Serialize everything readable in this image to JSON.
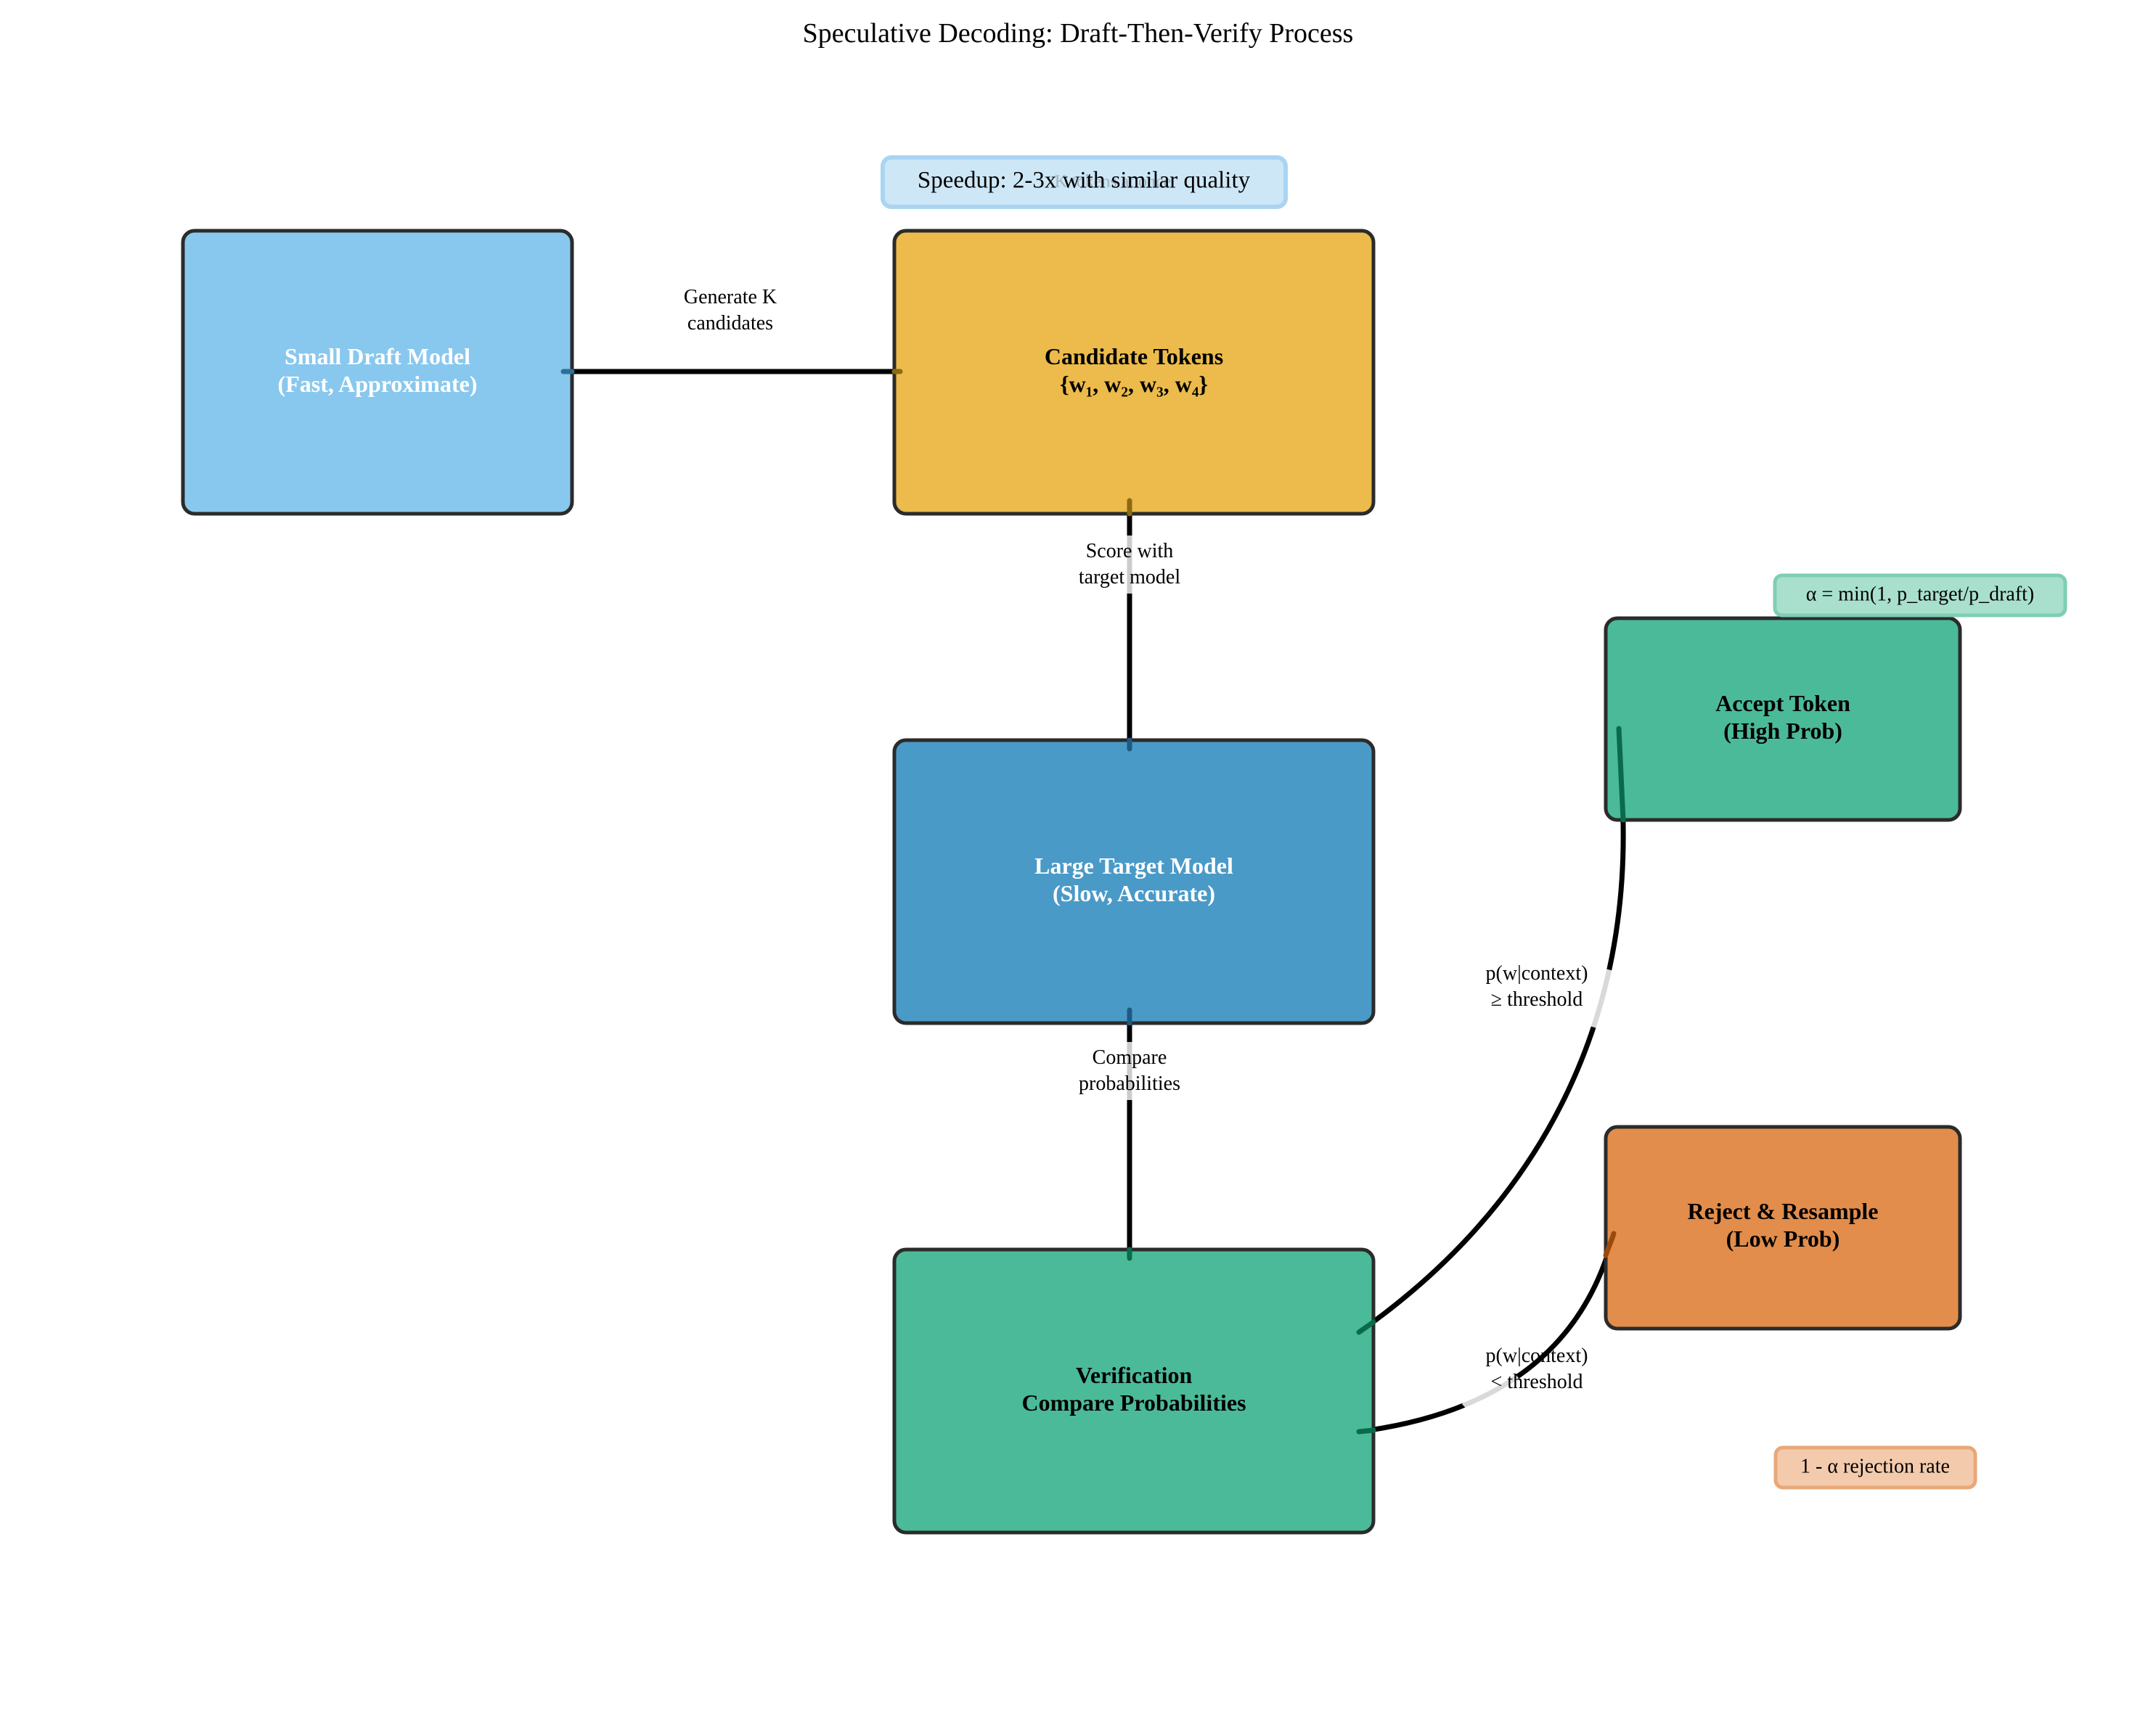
{
  "title": "Speculative Decoding: Draft-Then-Verify Process",
  "nodes": {
    "draft": {
      "line1": "Small Draft Model",
      "line2": "(Fast, Approximate)",
      "fill": "#89c8ee",
      "text_color": "#ffffff"
    },
    "candidates": {
      "line1": "Candidate Tokens",
      "line2": "{w₁, w₂, w₃, w₄}",
      "fill": "#ecbb4b",
      "text_color": "#000000"
    },
    "target": {
      "line1": "Large Target Model",
      "line2": "(Slow, Accurate)",
      "fill": "#4a9ac8",
      "text_color": "#ffffff"
    },
    "verification": {
      "line1": "Verification",
      "line2": "Compare Probabilities",
      "fill": "#4bba98",
      "text_color": "#000000"
    },
    "accept": {
      "line1": "Accept Token",
      "line2": "(High Prob)",
      "fill": "#4bba98",
      "text_color": "#000000"
    },
    "reject": {
      "line1": "Reject & Resample",
      "line2": "(Low Prob)",
      "fill": "#e28d4b",
      "text_color": "#000000"
    }
  },
  "edges": {
    "generate": {
      "line1": "Generate K",
      "line2": "candidates"
    },
    "score": {
      "line1": "Score with",
      "line2": "target model"
    },
    "compare": {
      "line1": "Compare",
      "line2": "probabilities"
    },
    "accept": {
      "line1": "p(w|context)",
      "line2": "≥ threshold"
    },
    "reject": {
      "line1": "p(w|context)",
      "line2": "< threshold"
    }
  },
  "notes": {
    "speedup": {
      "text": "Speedup: 2-3x with similar quality",
      "ghost_text": "K tokens at once",
      "fill": "#cde7f7",
      "border": "#a9d5f2"
    },
    "alpha": {
      "text": "α = min(1, p_target/p_draft)",
      "fill": "#a9e0cd",
      "border": "#7fceb4"
    },
    "rejection": {
      "text": "1 - α rejection rate",
      "fill": "#f3cbac",
      "border": "#e8a87a"
    }
  },
  "colors": {
    "edge": "#000000",
    "node_border": "#2b2b2b",
    "stub_draft": "#2f6f97",
    "stub_candidates": "#8c6a10",
    "stub_target": "#1d5a83",
    "stub_verification": "#0a6a4c",
    "stub_reject": "#9a4a0d"
  }
}
